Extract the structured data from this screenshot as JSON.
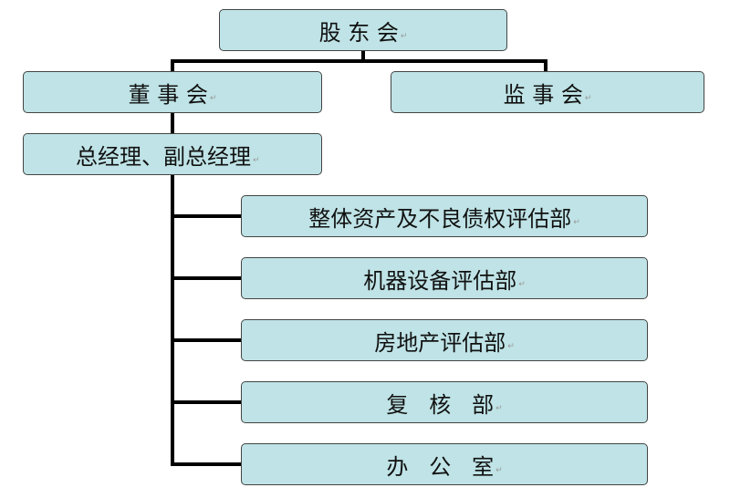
{
  "nodes": {
    "shareholders": "股 东 会",
    "board": "董 事 会",
    "supervisors": "监 事 会",
    "general_manager": "总经理、副总经理",
    "departments": [
      "整体资产及不良债权评估部",
      "机器设备评估部",
      "房地产评估部",
      "复   核   部",
      "办   公   室"
    ]
  },
  "line_color": "#000000",
  "box_color": "#bfe3e6"
}
